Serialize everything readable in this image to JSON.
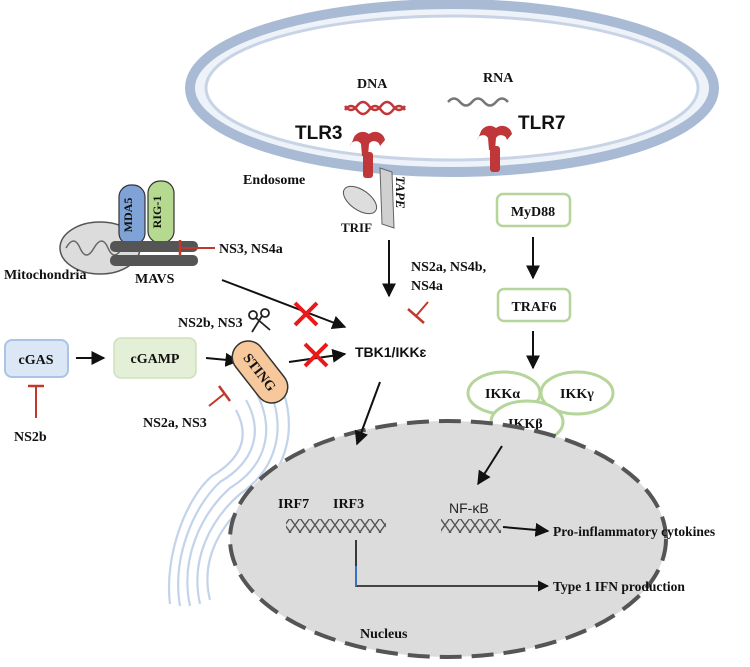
{
  "labels": {
    "dna": "DNA",
    "rna": "RNA",
    "tlr3": "TLR3",
    "tlr7": "TLR7",
    "endosome": "Endosome",
    "tape": "TAPE",
    "trif": "TRIF",
    "myd88": "MyD88",
    "mda5": "MDA5",
    "rig1": "RIG-1",
    "mavs": "MAVS",
    "mitochondria": "Mitochondria",
    "ns3_ns4a": "NS3, NS4a",
    "ns2a_ns4b_ns4a_line1": "NS2a, NS4b,",
    "ns2a_ns4b_ns4a_line2": "NS4a",
    "traf6": "TRAF6",
    "ns2b_ns3": "NS2b, NS3",
    "cgas": "cGAS",
    "cgamp": "cGAMP",
    "sting": "STING",
    "tbk1": "TBK1/IKKɛ",
    "ns2b": "NS2b",
    "ns2a_ns3": "NS2a, NS3",
    "ikka": "IKKα",
    "ikkg": "IKKγ",
    "ikkb": "IKKβ",
    "irf7": "IRF7",
    "irf3": "IRF3",
    "nfkb": "NF-κB",
    "pro_inflammatory": "Pro-inflammatory cytokines",
    "type1_ifn": "Type 1 IFN production",
    "nucleus": "Nucleus"
  },
  "colors": {
    "inhibit": "#c0392b",
    "cross": "#e8191a",
    "endosome_outer": "#b9c8e0",
    "endosome_inner": "#dfe7f2",
    "nucleus_fill": "#d9d9d9",
    "receptor": "#c0373a",
    "box_border_green": "#b5d59a",
    "box_fill_green": "#e4efd7",
    "cgas_fill": "#dbe7f5",
    "sting_fill": "#f7c89b",
    "mda5_fill": "#7fa3d6",
    "rig1_fill": "#b5d98f"
  }
}
